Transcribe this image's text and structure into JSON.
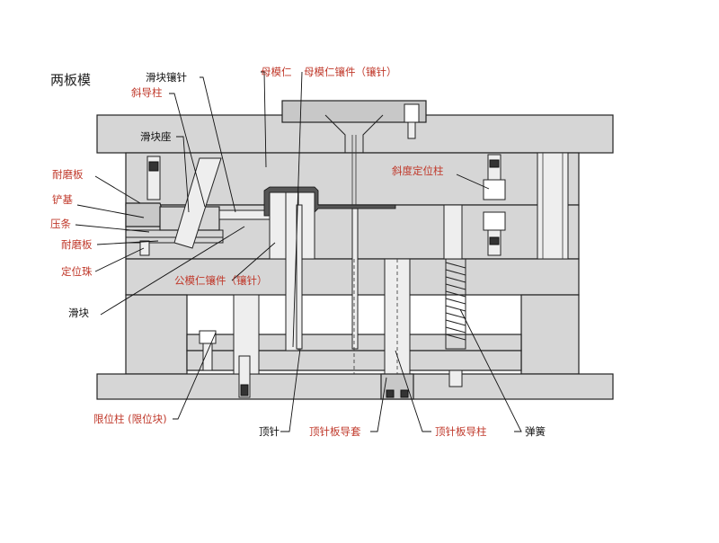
{
  "diagram": {
    "title": "两板模",
    "labels": {
      "slider_insert_pin": "滑块镶针",
      "angle_guide_pin": "斜导柱",
      "slider_seat": "滑块座",
      "wear_plate_top": "耐磨板",
      "shovel_base": "铲基",
      "press_strip": "压条",
      "wear_plate_bottom": "耐磨板",
      "positioning_bead": "定位珠",
      "slider": "滑块",
      "cavity_insert": "母模仁",
      "cavity_insert_pin": "母模仁镶件（镶针）",
      "angle_locating_post": "斜度定位柱",
      "core_insert_pin": "公模仁镶件（镶针）",
      "stop_post": "限位柱 (限位块)",
      "ejector_pin": "顶针",
      "ejector_guide_bush": "顶针板导套",
      "ejector_guide_post": "顶针板导柱",
      "spring": "弹簧"
    }
  }
}
